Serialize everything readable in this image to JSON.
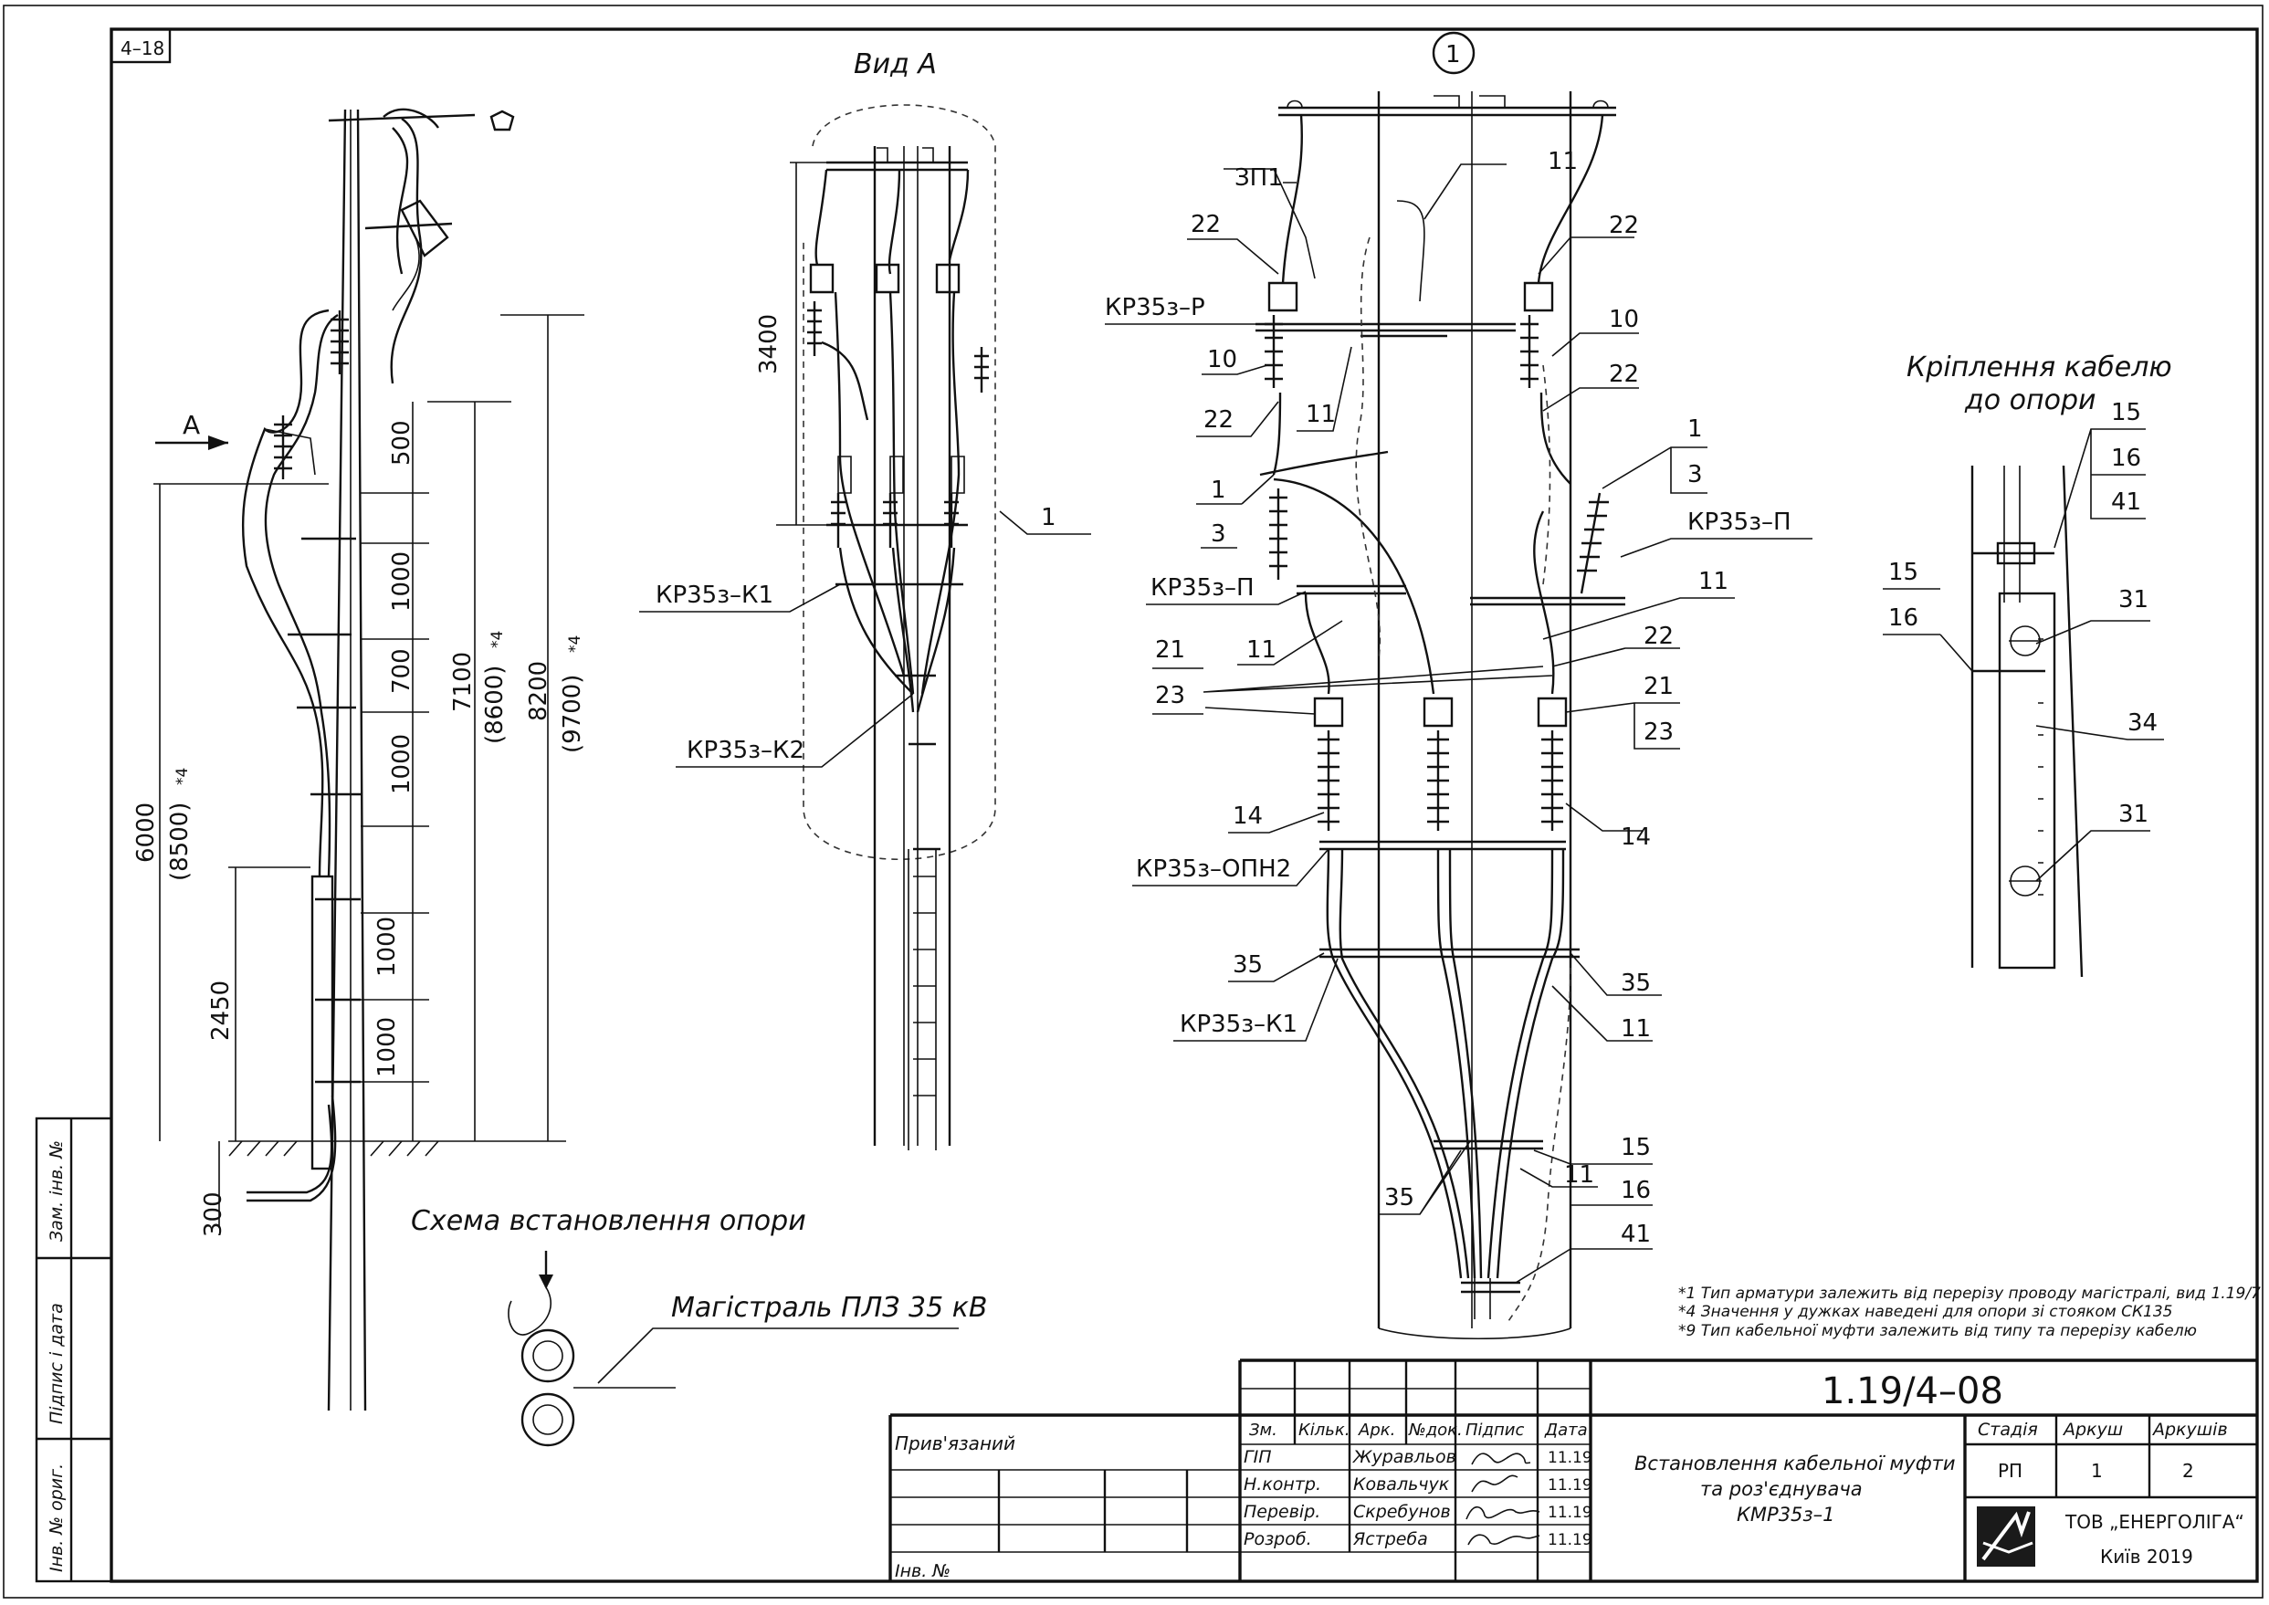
{
  "sheet_tag": "4–18",
  "views": {
    "view_a_title": "Вид А",
    "detail_number": "1",
    "arrow_label": "А",
    "scheme_title": "Схема встановлення опори",
    "trunk_label": "Магістраль ПЛЗ 35 кВ",
    "cable_fix_title_1": "Кріплення кабелю",
    "cable_fix_title_2": "до опори"
  },
  "dimensions": {
    "d500": "500",
    "d1000a": "1000",
    "d700": "700",
    "d1000b": "1000",
    "d1000c": "1000",
    "d1000d": "1000",
    "d2450": "2450",
    "d300": "300",
    "d6000": "6000",
    "d8500": "(8500)",
    "d7100": "7100",
    "d8600": "(8600)",
    "d8200": "8200",
    "d9700": "(9700)",
    "d3400": "3400",
    "star4": "*4"
  },
  "callouts": {
    "zp1": "ЗП1",
    "n22a": "22",
    "n22b": "22",
    "n22c": "22",
    "n22d": "22",
    "n22e": "22",
    "n11a": "11",
    "n11b": "11",
    "n11c": "11",
    "n11d": "11",
    "n11e": "11",
    "n11f": "11",
    "kr_r": "КР35з–Р",
    "n10a": "10",
    "n10b": "10",
    "n1a": "1",
    "n3a": "3",
    "n1b": "1",
    "n3b": "3",
    "kr_p1": "КР35з–П",
    "kr_p2": "КР35з–П",
    "n21a": "21",
    "n23a": "23",
    "n21b": "21",
    "n23b": "23",
    "n14a": "14",
    "n14b": "14",
    "kr_opn": "КР35з–ОПН2",
    "n35a": "35",
    "n35b": "35",
    "n35c": "35",
    "kr_k1b": "КР35з–К1",
    "n15a": "15",
    "n16a": "16",
    "n41a": "41",
    "kr_k1a": "КР35з–К1",
    "kr_k2": "КР35з–К2",
    "n1c": "1",
    "n15b": "15",
    "n16b": "16",
    "n41b": "41",
    "n15c": "15",
    "n16c": "16",
    "n31a": "31",
    "n34": "34",
    "n31b": "31"
  },
  "notes": [
    "*1 Тип арматури залежить від перерізу проводу магістралі, вид 1.19/7",
    "*4 Значення у дужках наведені для опори зі стояком СК135",
    "*9 Тип кабельної муфти залежить від типу та перерізу кабелю"
  ],
  "side_stamp": {
    "zam": "Зам. інв. №",
    "pidpys": "Підпис і дата",
    "inv": "Інв. № ориг."
  },
  "title_block": {
    "doc_code": "1.19/4–08",
    "pryviazanyi": "Прив'язаний",
    "inv_no": "Інв. №",
    "headers": {
      "zm": "Зм.",
      "kilk": "Кільк.",
      "ark": "Арк.",
      "ndok": "№док.",
      "pidpys": "Підпис",
      "data": "Дата"
    },
    "rows": [
      {
        "role": "ГІП",
        "name": "Журавльов",
        "date": "11.19"
      },
      {
        "role": "Н.контр.",
        "name": "Ковальчук",
        "date": "11.19"
      },
      {
        "role": "Перевір.",
        "name": "Скребунов",
        "date": "11.19"
      },
      {
        "role": "Розроб.",
        "name": "Ястреба",
        "date": "11.19"
      }
    ],
    "title_1": "Встановлення кабельної муфти",
    "title_2": "та роз'єднувача",
    "title_3": "КМР35з–1",
    "stage_h": "Стадія",
    "sheet_h": "Аркуш",
    "sheets_h": "Аркушів",
    "stage": "РП",
    "sheet": "1",
    "sheets": "2",
    "company": "ТОВ „ЕНЕРГОЛІГА“",
    "city_year": "Київ 2019"
  }
}
